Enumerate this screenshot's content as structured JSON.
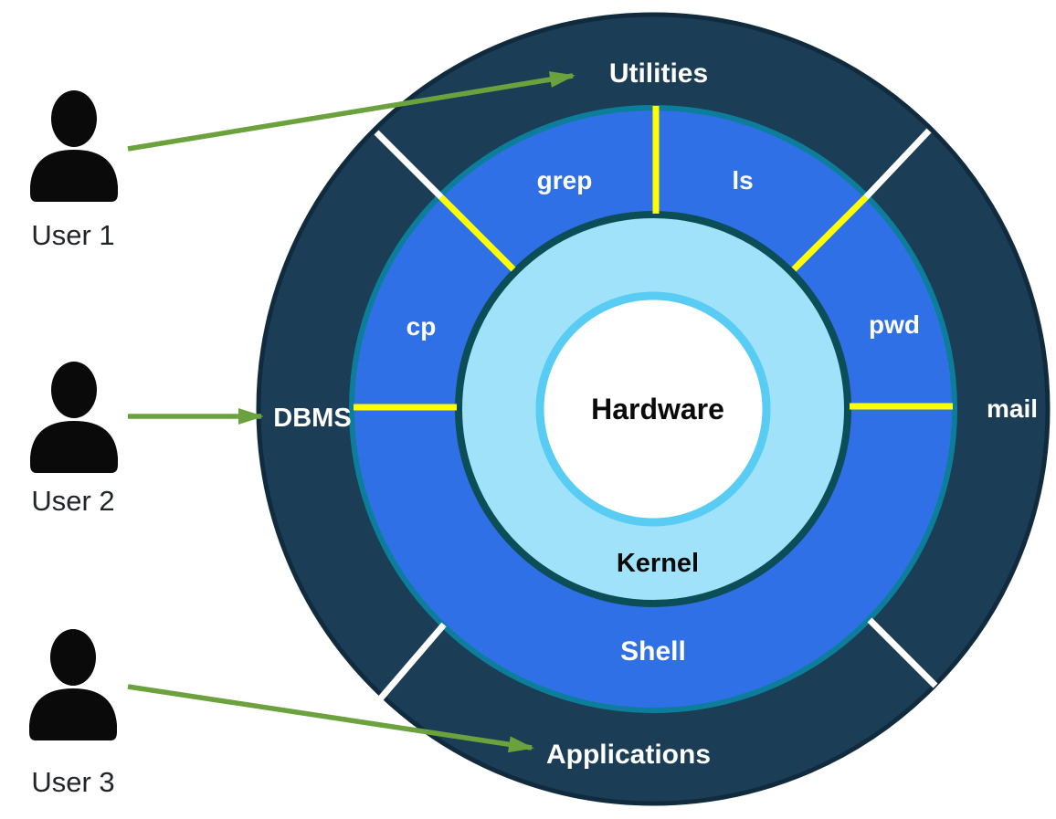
{
  "diagram": {
    "description": "Operating system architecture layers with users",
    "colors": {
      "outer_ring": "#1C3D56",
      "outer_ring_border": "#112B3E",
      "shell_ring": "#3070E6",
      "shell_ring_border": "#0C7E9B",
      "kernel_ring": "#A0E2F9",
      "kernel_ring_border": "#0C4E57",
      "hardware_fill": "#FFFFFF",
      "hardware_border": "#58CCF3",
      "divider_yellow": "#FFFF00",
      "divider_white": "#FFFFFF",
      "arrow_green": "#6CA23E",
      "user_icon": "#0A0A0A"
    },
    "layers": {
      "hardware": "Hardware",
      "kernel": "Kernel",
      "shell": "Shell",
      "outer_top": "Utilities",
      "outer_left": "DBMS",
      "outer_right": "mail",
      "outer_bottom": "Applications"
    },
    "commands": [
      "grep",
      "ls",
      "cp",
      "pwd"
    ],
    "users": [
      {
        "label": "User 1"
      },
      {
        "label": "User 2"
      },
      {
        "label": "User 3"
      }
    ]
  }
}
